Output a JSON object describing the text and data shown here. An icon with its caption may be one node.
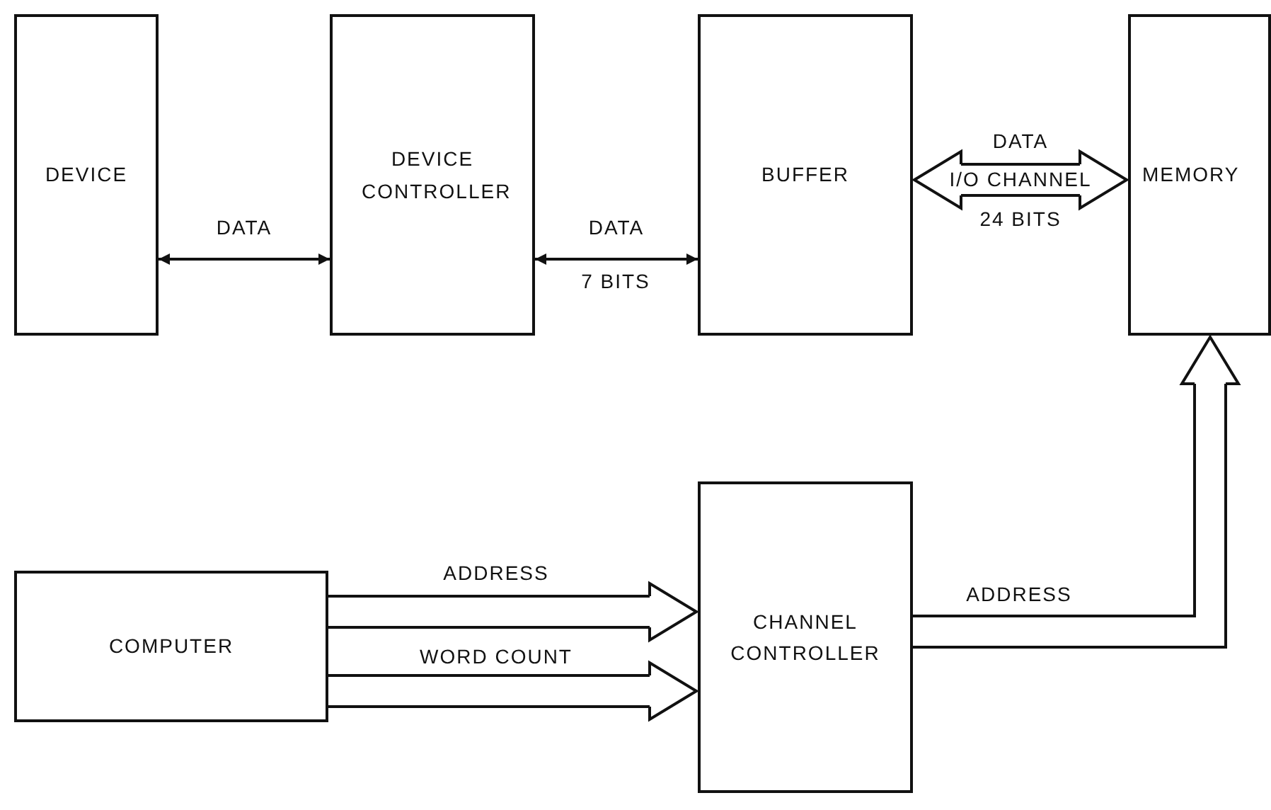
{
  "diagram": {
    "nodes": [
      {
        "text": [
          "DEVICE"
        ]
      },
      {
        "text": [
          "DEVICE CONTROLLER"
        ]
      },
      {
        "text": [
          "BUFFER"
        ]
      },
      {
        "text": [
          "MEMORY"
        ]
      },
      {
        "text": [
          "COMPUTER"
        ]
      },
      {
        "text": [
          "CHANNEL CONTROLLER"
        ]
      }
    ],
    "edges": [
      {
        "from": 0,
        "to": 1,
        "arrow": "both",
        "label": "DATA"
      },
      {
        "from": 1,
        "to": 2,
        "arrow": "both",
        "label": "DATA"
      },
      {
        "from": 2,
        "to": 3,
        "arrow": "both",
        "label": "I/O CHANNEL"
      },
      {
        "from": 4,
        "to": 5,
        "arrow": "to",
        "label": "ADDRESS"
      },
      {
        "from": 4,
        "to": 5,
        "arrow": "to",
        "label": "WORD COUNT"
      },
      {
        "from": 5,
        "to": 3,
        "arrow": "to",
        "label": "ADDRESS"
      }
    ],
    "labels": [
      "7 BITS",
      "DATA",
      "24 BITS"
    ]
  }
}
